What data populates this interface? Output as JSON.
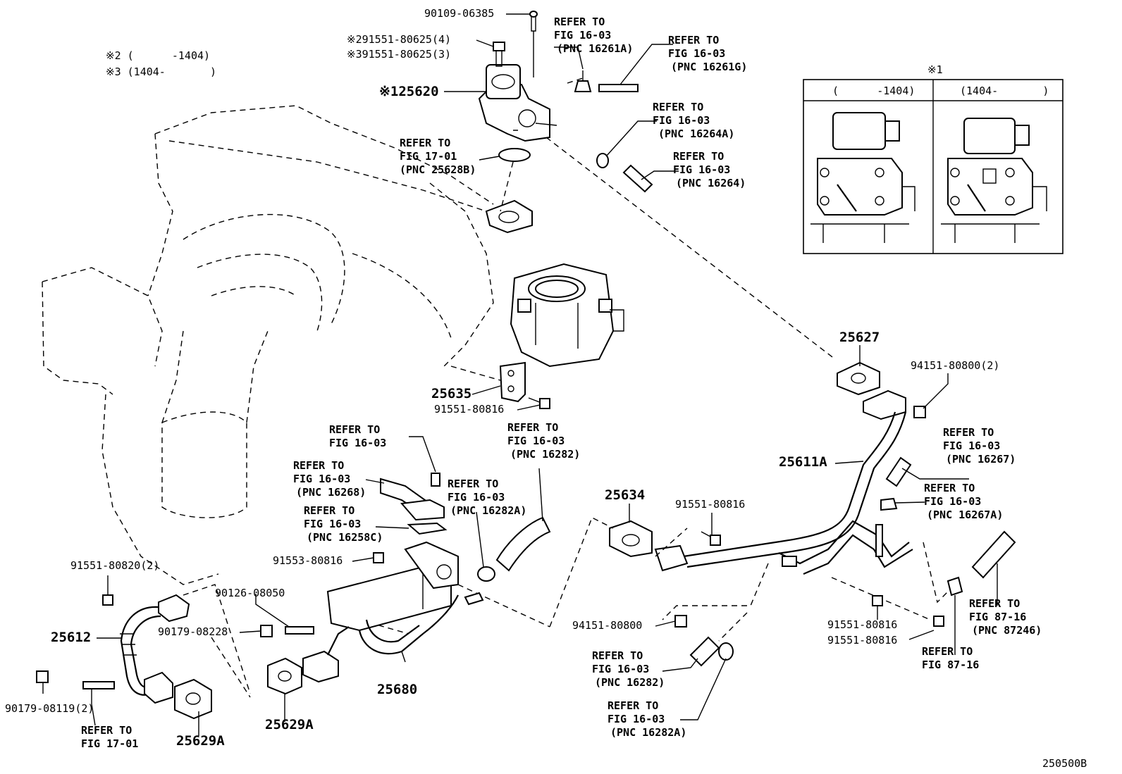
{
  "notes": {
    "n2": "※2 (      -1404)",
    "n3": "※3 (1404-       )"
  },
  "inset": {
    "title": "※1",
    "col_left": "(      -1404)",
    "col_right": "(1404-       )"
  },
  "labels": {
    "bolt_top": "90109-06385",
    "bolt_2": "※291551-80625(4)",
    "bolt_3": "※391551-80625(3)",
    "egr_valve": "※125620",
    "gasket_25627": "25627",
    "nut_94151_2": "94151-80800(2)",
    "pipe_25611A": "25611A",
    "bracket_25635": "25635",
    "bolt_91551_80816_a": "91551-80816",
    "part_25634": "25634",
    "bolt_91551_80816_b": "91551-80816",
    "bolt_91553": "91553-80816",
    "bolt_91551_80820": "91551-80820(2)",
    "stud_90126": "90126-08050",
    "nut_90179_08228": "90179-08228",
    "pipe_25612": "25612",
    "nut_90179_08119": "90179-08119(2)",
    "cooler_25680": "25680",
    "gasket_25629A_a": "25629A",
    "gasket_25629A_b": "25629A",
    "nut_94151_80800": "94151-80800",
    "bolt_91551_80816_c": "91551-80816",
    "bolt_91551_80816_d": "91551-80816",
    "diagram_id": "250500B"
  },
  "refs": {
    "r1": [
      "REFER TO",
      "FIG 16-03",
      "(PNC 16261A)"
    ],
    "r2": [
      "REFER TO",
      "FIG 16-03",
      "(PNC 16261G)"
    ],
    "r3": [
      "REFER TO",
      "FIG 16-03",
      "(PNC 16264A)"
    ],
    "r4": [
      "REFER TO",
      "FIG 17-01",
      "(PNC 25628B)"
    ],
    "r5": [
      "REFER TO",
      "FIG 16-03",
      "(PNC 16264)"
    ],
    "r6": [
      "REFER TO",
      "FIG 16-03"
    ],
    "r7": [
      "REFER TO",
      "FIG 16-03",
      "(PNC 16282)"
    ],
    "r8": [
      "REFER TO",
      "FIG 16-03",
      "(PNC 16268)"
    ],
    "r9": [
      "REFER TO",
      "FIG 16-03",
      "(PNC 16282A)"
    ],
    "r10": [
      "REFER TO",
      "FIG 16-03",
      "(PNC 16258C)"
    ],
    "r11": [
      "REFER TO",
      "FIG 16-03",
      "(PNC 16267)"
    ],
    "r12": [
      "REFER TO",
      "FIG 16-03",
      "(PNC 16267A)"
    ],
    "r13": [
      "REFER TO",
      "FIG 87-16",
      "(PNC 87246)"
    ],
    "r14": [
      "REFER TO",
      "FIG 87-16"
    ],
    "r15": [
      "REFER TO",
      "FIG 16-03",
      "(PNC 16282)"
    ],
    "r16": [
      "REFER TO",
      "FIG 16-03",
      "(PNC 16282A)"
    ],
    "r17": [
      "REFER TO",
      "FIG 17-01"
    ]
  }
}
